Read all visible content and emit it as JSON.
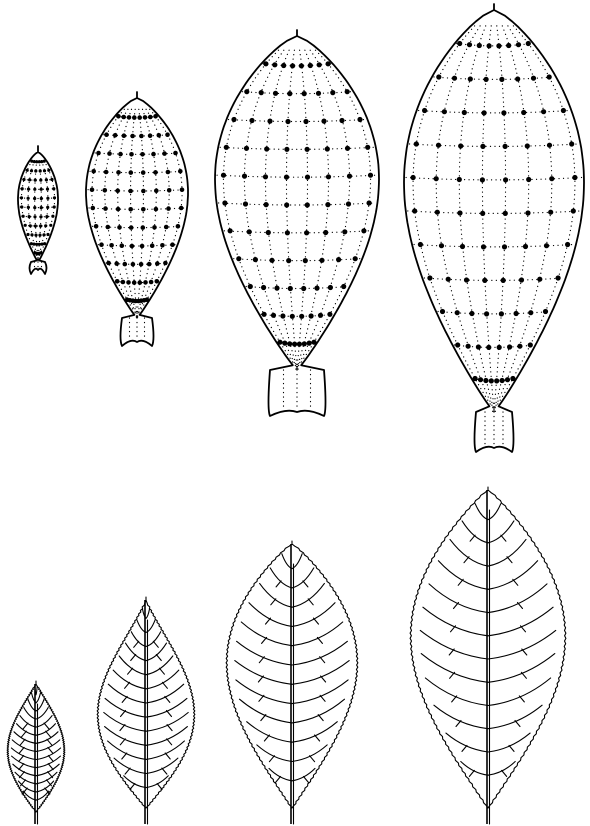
{
  "figure": {
    "rows": [
      {
        "id": "grid-row",
        "style": "dotted-coordinate-grid",
        "leaves": [
          {
            "id": "grid-leaf-1",
            "grid_cols": 5,
            "grid_rows": 12
          },
          {
            "id": "grid-leaf-2",
            "grid_cols": 7,
            "grid_rows": 12
          },
          {
            "id": "grid-leaf-3",
            "grid_cols": 7,
            "grid_rows": 12
          },
          {
            "id": "grid-leaf-4",
            "grid_cols": 7,
            "grid_rows": 12
          }
        ]
      },
      {
        "id": "venation-row",
        "style": "pinnate-venation",
        "leaves": [
          {
            "id": "vein-leaf-1",
            "secondary_vein_pairs": 14
          },
          {
            "id": "vein-leaf-2",
            "secondary_vein_pairs": 13
          },
          {
            "id": "vein-leaf-3",
            "secondary_vein_pairs": 12
          },
          {
            "id": "vein-leaf-4",
            "secondary_vein_pairs": 12
          }
        ]
      }
    ]
  }
}
